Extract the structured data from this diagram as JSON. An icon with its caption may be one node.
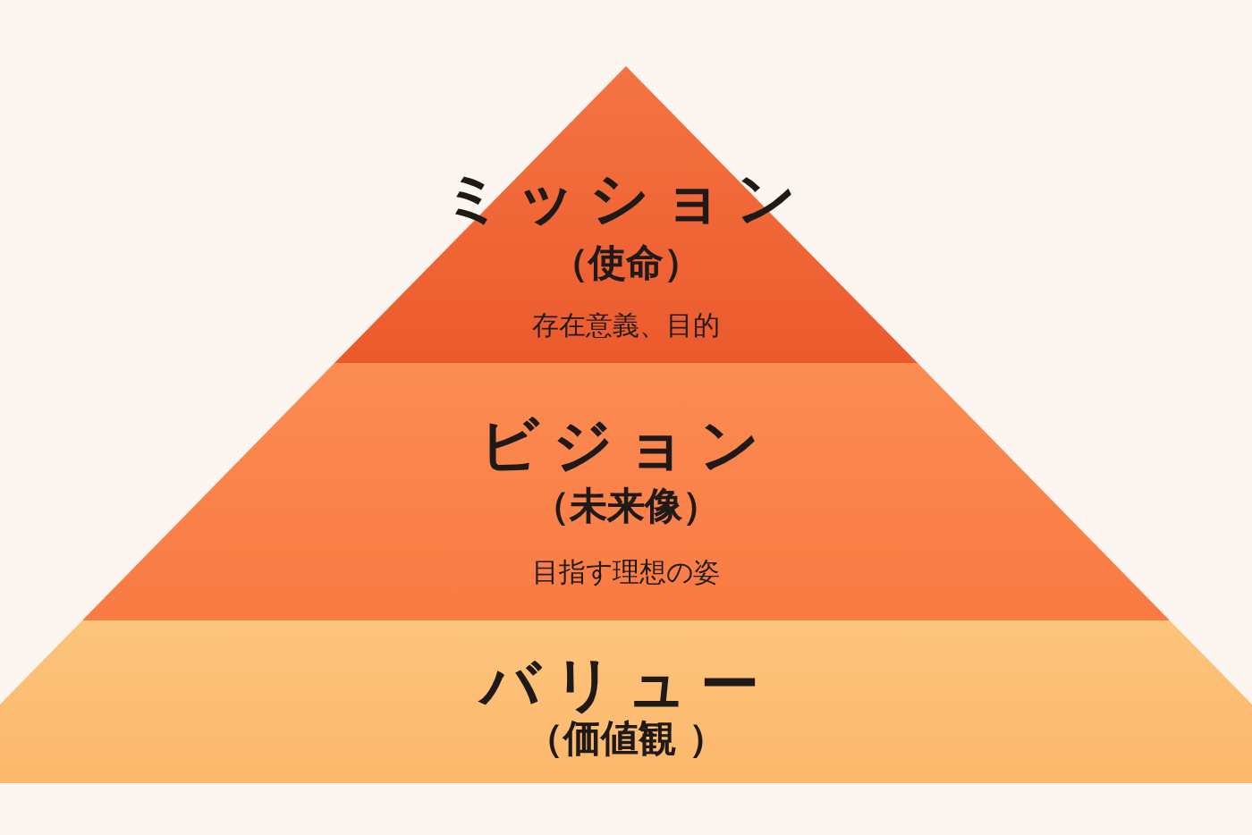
{
  "diagram": {
    "nodes": [
      {
        "text": [
          "ミッション",
          "（使命）",
          "存在意義、目的"
        ]
      },
      {
        "text": [
          "ビジョン",
          "（未来像）",
          "目指す理想の姿"
        ]
      },
      {
        "text": [
          "バリュー",
          "（価値観 ）"
        ]
      }
    ]
  }
}
